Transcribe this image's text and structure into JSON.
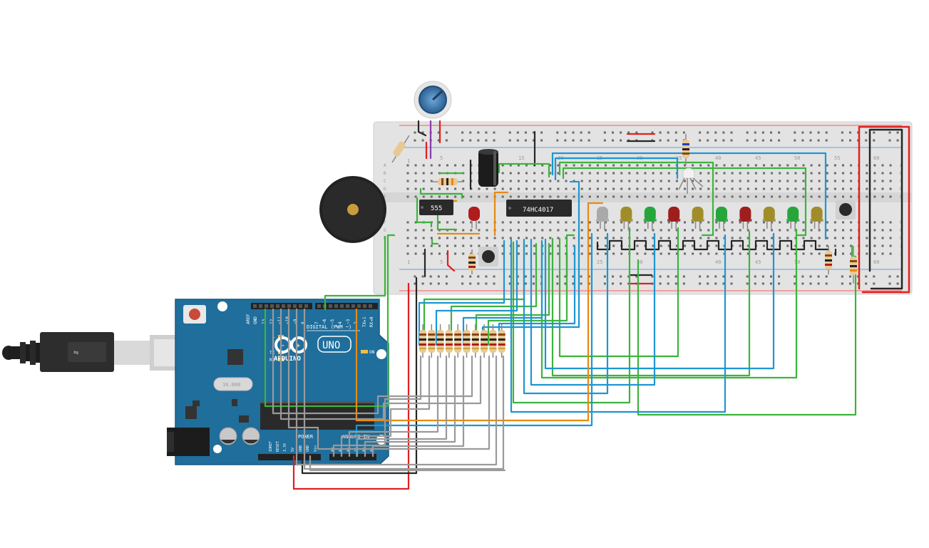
{
  "ui": {
    "chip_555_label": "555",
    "chip_counter_label": "74HC4017",
    "board_brand": "ARDUINO",
    "board_model": "UNO",
    "board_header_digital": "DIGITAL (PWM ~)",
    "board_header_power": "POWER",
    "board_header_analog": "ANALOG IN",
    "board_led_on": "ON",
    "board_led_l": "L",
    "board_led_tx": "TX",
    "board_led_rx": "RX",
    "board_aref": "AREF",
    "board_gnd": "GND",
    "board_tx1": "TX▸1",
    "board_rx0": "RX◂0",
    "board_pins_digital": [
      "13",
      "12",
      "~11",
      "~10",
      "~9",
      "8",
      "7",
      "~6",
      "~5",
      "4",
      "~3",
      "2"
    ],
    "board_pins_power": [
      "IOREF",
      "RESET",
      "3.3V",
      "5V",
      "GND",
      "GND",
      "Vin"
    ],
    "board_pins_analog": [
      "A0",
      "A1",
      "A2",
      "A3",
      "A4",
      "A5"
    ],
    "crystal_label": "16.000",
    "breadboard_col_labels": [
      "1",
      "5",
      "10",
      "15",
      "20",
      "25",
      "30",
      "35",
      "40",
      "45",
      "50",
      "55",
      "60"
    ],
    "breadboard_row_labels_top": [
      "A",
      "B",
      "C",
      "D",
      "E"
    ],
    "breadboard_row_labels_bottom": [
      "F",
      "G",
      "H",
      "I",
      "J"
    ]
  },
  "colors": {
    "board_blue": "#1f6e9c",
    "breadboard": "#e3e3e3",
    "wire_red": "#e02020",
    "wire_black": "#262626",
    "wire_green": "#3cb43c",
    "wire_blue": "#1e96d2",
    "wire_orange": "#e68a14",
    "wire_gray": "#9a9a9a",
    "wire_purple": "#8a3ca8"
  },
  "leds": [
    {
      "color": "white"
    },
    {
      "color": "yellow"
    },
    {
      "color": "green"
    },
    {
      "color": "red"
    },
    {
      "color": "yellow"
    },
    {
      "color": "green"
    },
    {
      "color": "red"
    },
    {
      "color": "yellow"
    },
    {
      "color": "green"
    },
    {
      "color": "yellow"
    }
  ]
}
